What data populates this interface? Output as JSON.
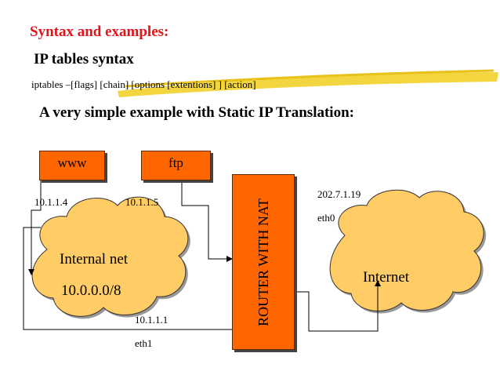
{
  "slide": {
    "title": "Syntax and examples:",
    "heading": "IP tables syntax",
    "syntax_line": "iptables –[flags] [chain] [options [extentions] ] [action]",
    "example_heading": "A very simple example with Static IP Translation:"
  },
  "diagram": {
    "www_label": "www",
    "ftp_label": "ftp",
    "www_ip": "10.1.1.4",
    "ftp_ip": "10.1.1.5",
    "internal_net_label": "Internal net",
    "internal_net_range": "10.0.0.0/8",
    "eth1_ip": "10.1.1.1",
    "eth1_label": "eth1",
    "router_label": "ROUTER WITH NAT",
    "eth0_ip": "202.7.1.19",
    "eth0_label": "eth0",
    "internet_label": "Internet"
  },
  "colors": {
    "title_red": "#e4141c",
    "box_orange": "#ff6600",
    "cloud_fill": "#ffcc66",
    "highlighter_yellow": "#f2d22a"
  }
}
